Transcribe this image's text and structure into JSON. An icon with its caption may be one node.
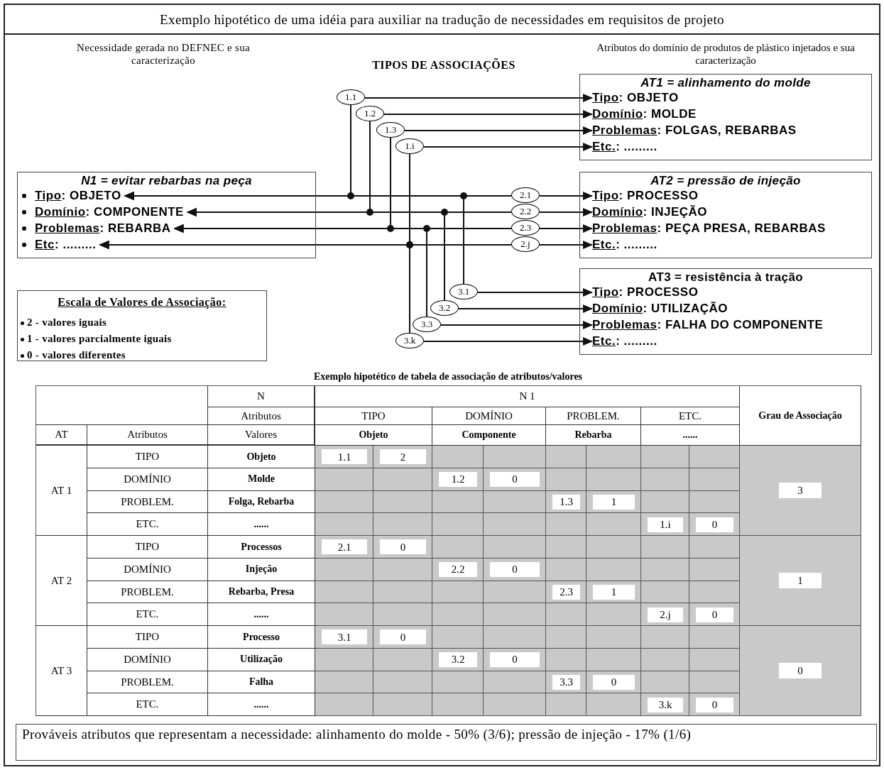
{
  "diagram": {
    "title": "Exemplo hipotético de uma idéia para auxiliar na tradução de necessidades em requisitos de projeto",
    "nodes": [
      {
        "text": [
          "N1 = evitar rebarbas na peça"
        ]
      },
      {
        "text": [
          "Tipo: OBJETO"
        ],
        "in": 0
      },
      {
        "text": [
          "Domínio: COMPONENTE"
        ],
        "in": 0
      },
      {
        "text": [
          "Problemas: REBARBA"
        ],
        "in": 0
      },
      {
        "text": [
          "Etc: ........."
        ],
        "in": 0
      },
      {
        "text": [
          "AT1 = alinhamento do molde"
        ]
      },
      {
        "text": [
          "Tipo: OBJETO"
        ],
        "in": 5
      },
      {
        "text": [
          "Domínio: MOLDE"
        ],
        "in": 5
      },
      {
        "text": [
          "Problemas: FOLGAS, REBARBAS"
        ],
        "in": 5
      },
      {
        "text": [
          "Etc.: ........."
        ],
        "in": 5
      },
      {
        "text": [
          "AT2 = pressão de injeção"
        ]
      },
      {
        "text": [
          "Tipo: PROCESSO"
        ],
        "in": 10
      },
      {
        "text": [
          "Domínio: INJEÇÃO"
        ],
        "in": 10
      },
      {
        "text": [
          "Problemas: PEÇA PRESA, REBARBAS"
        ],
        "in": 10
      },
      {
        "text": [
          "Etc.: ........."
        ],
        "in": 10
      },
      {
        "text": [
          "AT3 = resistência à tração"
        ]
      },
      {
        "text": [
          "Tipo: PROCESSO"
        ],
        "in": 15
      },
      {
        "text": [
          "Domínio: UTILIZAÇÃO"
        ],
        "in": 15
      },
      {
        "text": [
          "Problemas: FALHA DO COMPONENTE"
        ],
        "in": 15
      },
      {
        "text": [
          "Etc.: ........."
        ],
        "in": 15
      },
      {
        "text": [
          "1.1"
        ]
      },
      {
        "text": [
          "1.2"
        ]
      },
      {
        "text": [
          "1.3"
        ]
      },
      {
        "text": [
          "1.i"
        ]
      },
      {
        "text": [
          "2.1"
        ]
      },
      {
        "text": [
          "2.2"
        ]
      },
      {
        "text": [
          "2.3"
        ]
      },
      {
        "text": [
          "2.j"
        ]
      },
      {
        "text": [
          "3.1"
        ]
      },
      {
        "text": [
          "3.2"
        ]
      },
      {
        "text": [
          "3.3"
        ]
      },
      {
        "text": [
          "3.k"
        ]
      },
      {
        "text": [
          "Escala de Valores de Associação:",
          "2 - valores iguais",
          "1 - valores parcialmente iguais",
          "0 - valores diferentes"
        ]
      },
      {
        "text": [
          "Prováveis atributos que representam a necessidade: alinhamento do molde - 50% (3/6); pressão de injeção - 17% (1/6)"
        ]
      }
    ],
    "edges": [
      {
        "from": 20,
        "to": 6,
        "arrow": "to"
      },
      {
        "from": 20,
        "to": 1,
        "arrow": "to"
      },
      {
        "from": 21,
        "to": 7,
        "arrow": "to"
      },
      {
        "from": 21,
        "to": 2,
        "arrow": "to"
      },
      {
        "from": 22,
        "to": 8,
        "arrow": "to"
      },
      {
        "from": 22,
        "to": 3,
        "arrow": "to"
      },
      {
        "from": 23,
        "to": 9,
        "arrow": "to"
      },
      {
        "from": 23,
        "to": 4,
        "arrow": "to"
      },
      {
        "from": 24,
        "to": 11,
        "arrow": "to"
      },
      {
        "from": 24,
        "to": 1,
        "arrow": "to"
      },
      {
        "from": 25,
        "to": 12,
        "arrow": "to"
      },
      {
        "from": 25,
        "to": 2,
        "arrow": "to"
      },
      {
        "from": 26,
        "to": 13,
        "arrow": "to"
      },
      {
        "from": 26,
        "to": 3,
        "arrow": "to"
      },
      {
        "from": 27,
        "to": 14,
        "arrow": "to"
      },
      {
        "from": 27,
        "to": 4,
        "arrow": "to"
      },
      {
        "from": 28,
        "to": 16,
        "arrow": "to"
      },
      {
        "from": 28,
        "to": 1,
        "arrow": "to"
      },
      {
        "from": 29,
        "to": 17,
        "arrow": "to"
      },
      {
        "from": 29,
        "to": 2,
        "arrow": "to"
      },
      {
        "from": 30,
        "to": 18,
        "arrow": "to"
      },
      {
        "from": 30,
        "to": 3,
        "arrow": "to"
      },
      {
        "from": 31,
        "to": 19,
        "arrow": "to"
      },
      {
        "from": 31,
        "to": 4,
        "arrow": "to"
      }
    ],
    "labels": [
      "Necessidade gerada no DEFNEC e sua caracterização",
      "TIPOS DE ASSOCIAÇÕES",
      "Atributos do domínio de produtos de plástico injetados e sua caracterização",
      "Exemplo hipotético de tabela de associação de atributos/valores",
      "N",
      "N 1",
      "Atributos",
      "TIPO",
      "DOMÍNIO",
      "PROBLEM.",
      "ETC.",
      "Grau de Associação",
      "AT",
      "Atributos",
      "Valores",
      "Objeto",
      "Componente",
      "Rebarba",
      "......",
      "AT 1",
      "TIPO",
      "Objeto",
      "1.1",
      "2",
      "3",
      "DOMÍNIO",
      "Molde",
      "1.2",
      "0",
      "PROBLEM.",
      "Folga, Rebarba",
      "1.3",
      "1",
      "ETC.",
      "......",
      "1.i",
      "0",
      "AT 2",
      "TIPO",
      "Processos",
      "2.1",
      "0",
      "1",
      "DOMÍNIO",
      "Injeção",
      "2.2",
      "0",
      "PROBLEM.",
      "Rebarba, Presa",
      "2.3",
      "1",
      "ETC.",
      "......",
      "2.j",
      "0",
      "AT 3",
      "TIPO",
      "Processo",
      "3.1",
      "0",
      "0",
      "DOMÍNIO",
      "Utilização",
      "3.2",
      "0",
      "PROBLEM.",
      "Falha",
      "3.3",
      "0",
      "ETC.",
      "......",
      "3.k",
      "0"
    ]
  }
}
